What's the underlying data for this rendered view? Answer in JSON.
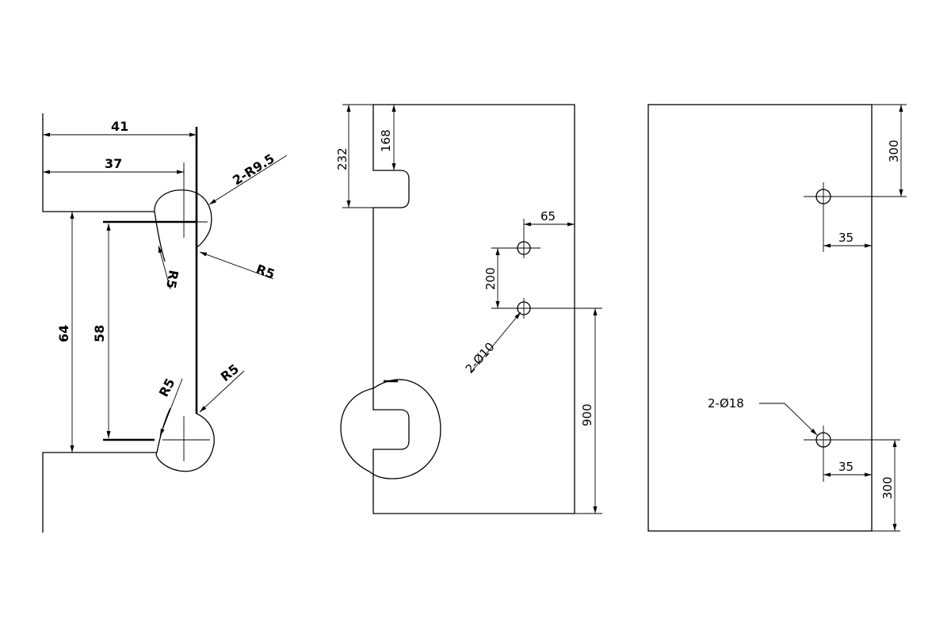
{
  "hinge_profile": {
    "dim_overall_width": "41",
    "dim_inner_width": "37",
    "dim_overall_height": "64",
    "dim_inner_height": "58",
    "radius_pair": "2-R9.5",
    "radius_a": "R5",
    "radius_b": "R5",
    "radius_c": "R5",
    "radius_d": "R5"
  },
  "door_panel": {
    "dim_top_offset": "232",
    "dim_notch_depth": "168",
    "dim_edge_to_hole": "65",
    "dim_hole_spacing": "200",
    "hole_callout": "2-Ø10",
    "dim_hole_to_bottom": "900"
  },
  "frame_panel": {
    "dim_top_to_hole": "300",
    "dim_upper_hole_edge": "35",
    "hole_callout": "2-Ø18",
    "dim_lower_hole_edge": "35",
    "dim_hole_to_bottom": "300"
  }
}
